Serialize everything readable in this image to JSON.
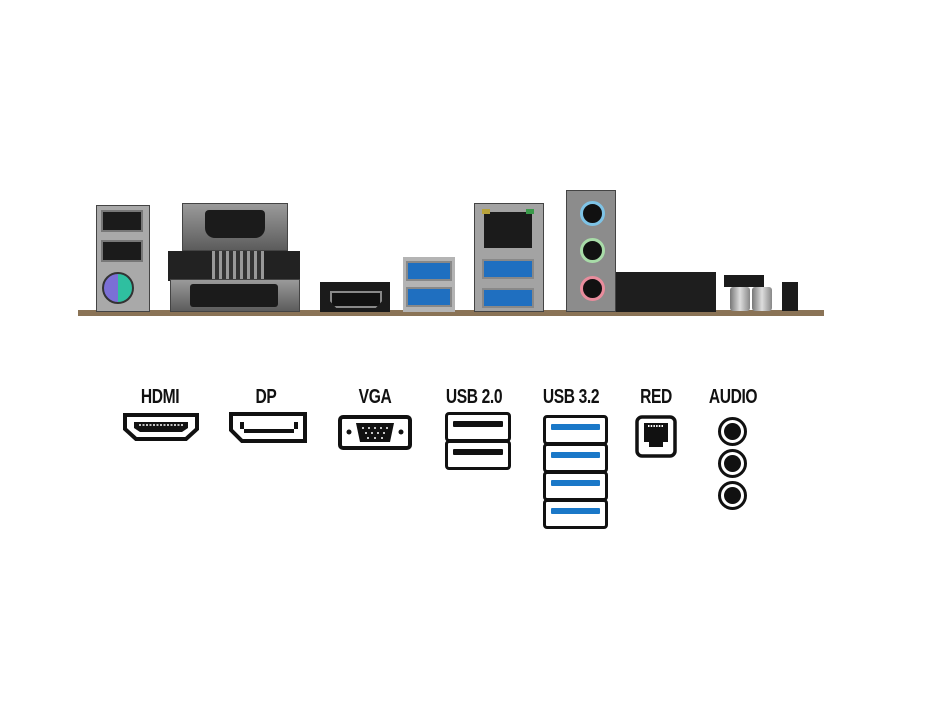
{
  "labels": {
    "hdmi": "HDMI",
    "dp": "DP",
    "vga": "VGA",
    "usb2": "USB 2.0",
    "usb3": "USB 3.2",
    "red": "RED",
    "audio": "AUDIO"
  },
  "colors": {
    "usb3_blue": "#1a78c8",
    "audio_blue": "#7ec3e6",
    "audio_green": "#a8dca8",
    "audio_pink": "#e88c9c",
    "ps2_purple": "#7b6fd6",
    "ps2_green": "#2fbfa0"
  }
}
